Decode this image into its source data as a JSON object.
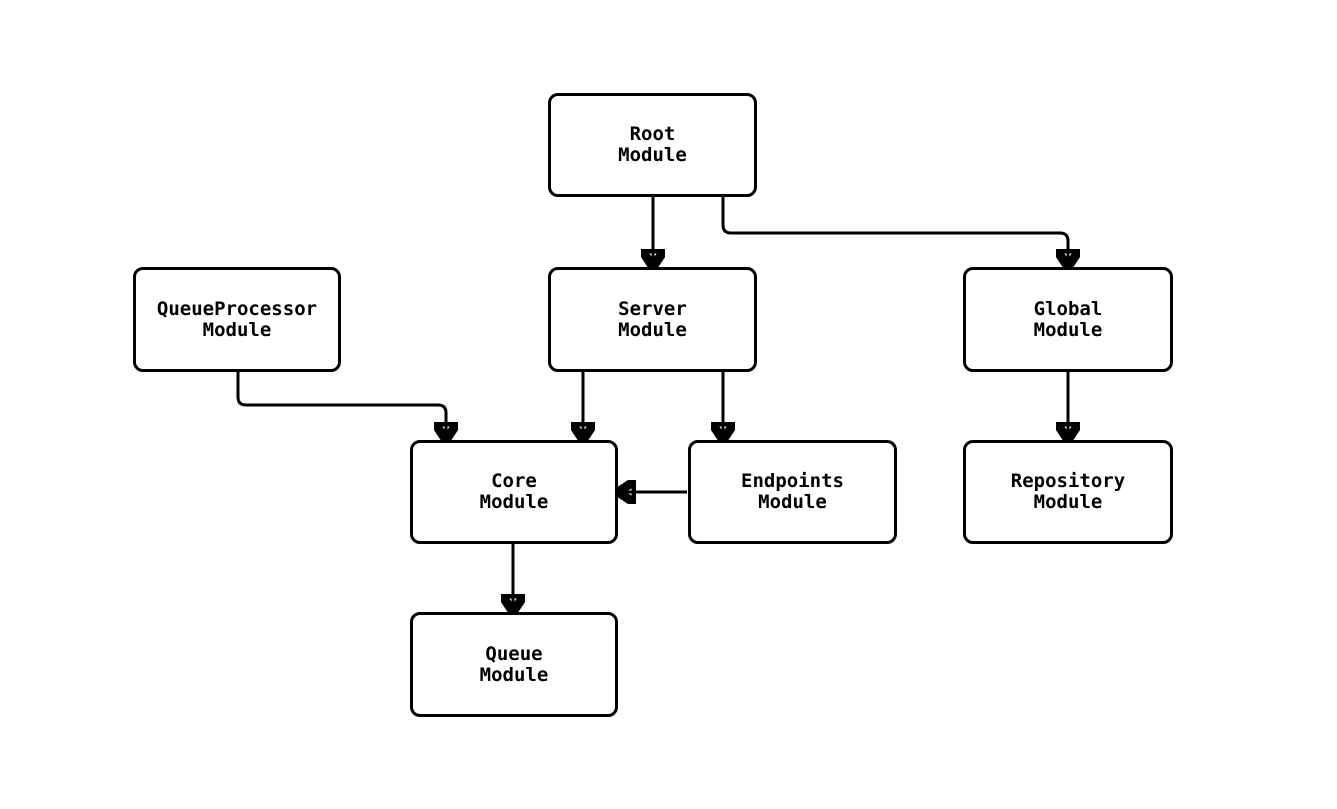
{
  "diagram": {
    "title": "module-dependency-diagram",
    "background_color": "#ffffff",
    "node_fill_color": "#ffffff",
    "stroke_color": "#000000",
    "text_color": "#000000",
    "nodes": {
      "root": {
        "line1": "Root",
        "line2": "Module"
      },
      "queue_processor": {
        "line1": "QueueProcessor",
        "line2": "Module"
      },
      "server": {
        "line1": "Server",
        "line2": "Module"
      },
      "global": {
        "line1": "Global",
        "line2": "Module"
      },
      "core": {
        "line1": "Core",
        "line2": "Module"
      },
      "endpoints": {
        "line1": "Endpoints",
        "line2": "Module"
      },
      "repository": {
        "line1": "Repository",
        "line2": "Module"
      },
      "queue": {
        "line1": "Queue",
        "line2": "Module"
      }
    },
    "edges": [
      {
        "from": "Root Module",
        "to": "Server Module"
      },
      {
        "from": "Root Module",
        "to": "Global Module"
      },
      {
        "from": "QueueProcessor Module",
        "to": "Core Module"
      },
      {
        "from": "Server Module",
        "to": "Core Module"
      },
      {
        "from": "Server Module",
        "to": "Endpoints Module"
      },
      {
        "from": "Endpoints Module",
        "to": "Core Module"
      },
      {
        "from": "Global Module",
        "to": "Repository Module"
      },
      {
        "from": "Core Module",
        "to": "Queue Module"
      }
    ]
  }
}
